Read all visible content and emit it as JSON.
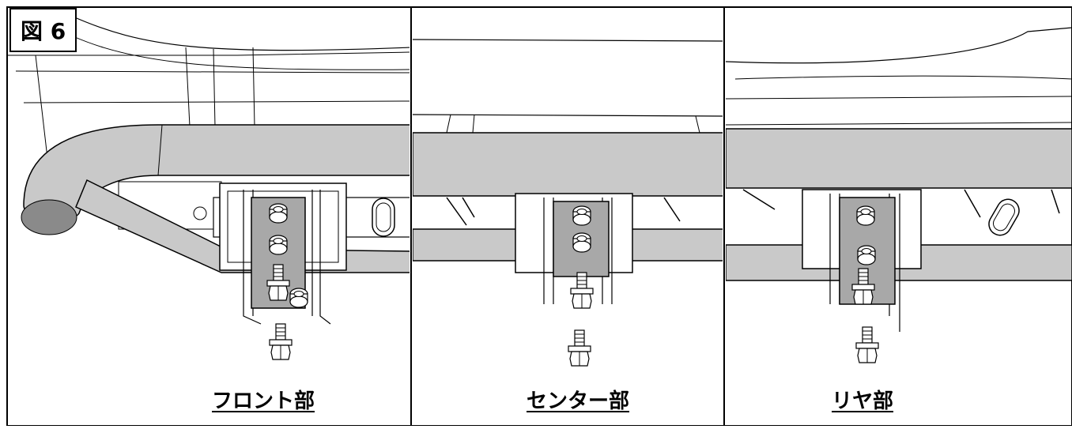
{
  "figure": {
    "label": "図 6",
    "panels": [
      {
        "id": "front",
        "caption": "フロント部"
      },
      {
        "id": "center",
        "caption": "センター部"
      },
      {
        "id": "rear",
        "caption": "リヤ部"
      }
    ]
  },
  "colors": {
    "tube": "#c9c9c9",
    "line": "#000000",
    "plate": "#a8a8a8",
    "background": "#ffffff"
  }
}
